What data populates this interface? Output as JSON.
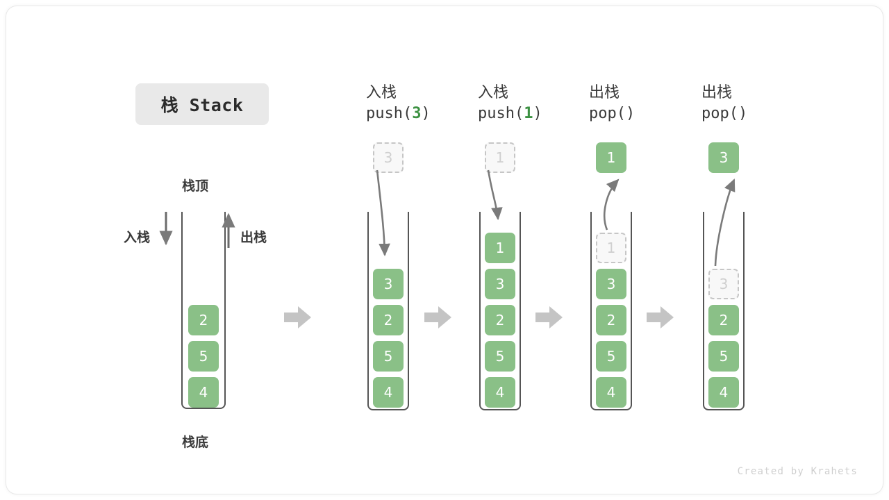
{
  "page": {
    "title_badge": "栈 Stack",
    "footer": "Created by Krahets",
    "accent_green": "#8ac087",
    "accent_green_text": "#3c9142",
    "line_gray": "#7a7a7a",
    "ghost_gray": "#cfcfcf"
  },
  "labels": {
    "top": "栈顶",
    "bottom": "栈底",
    "push": "入栈",
    "pop": "出栈"
  },
  "base_stack": {
    "cells": [
      "2",
      "5",
      "4"
    ]
  },
  "steps": [
    {
      "op_label": "入栈",
      "op_fn": "push",
      "op_arg": "3",
      "op_open": "(",
      "op_close": ")",
      "outside_cell": {
        "value": "3",
        "style": "ghost"
      },
      "arrow_dir": "in",
      "cells": [
        {
          "value": "3",
          "style": "solid"
        },
        {
          "value": "2",
          "style": "solid"
        },
        {
          "value": "5",
          "style": "solid"
        },
        {
          "value": "4",
          "style": "solid"
        }
      ]
    },
    {
      "op_label": "入栈",
      "op_fn": "push",
      "op_arg": "1",
      "op_open": "(",
      "op_close": ")",
      "outside_cell": {
        "value": "1",
        "style": "ghost"
      },
      "arrow_dir": "in",
      "cells": [
        {
          "value": "1",
          "style": "solid"
        },
        {
          "value": "3",
          "style": "solid"
        },
        {
          "value": "2",
          "style": "solid"
        },
        {
          "value": "5",
          "style": "solid"
        },
        {
          "value": "4",
          "style": "solid"
        }
      ]
    },
    {
      "op_label": "出栈",
      "op_fn": "pop",
      "op_arg": "",
      "op_open": "(",
      "op_close": ")",
      "outside_cell": {
        "value": "1",
        "style": "solid"
      },
      "arrow_dir": "out",
      "cells": [
        {
          "value": "1",
          "style": "ghost"
        },
        {
          "value": "3",
          "style": "solid"
        },
        {
          "value": "2",
          "style": "solid"
        },
        {
          "value": "5",
          "style": "solid"
        },
        {
          "value": "4",
          "style": "solid"
        }
      ]
    },
    {
      "op_label": "出栈",
      "op_fn": "pop",
      "op_arg": "",
      "op_open": "(",
      "op_close": ")",
      "outside_cell": {
        "value": "3",
        "style": "solid"
      },
      "arrow_dir": "out",
      "cells": [
        {
          "value": "3",
          "style": "ghost"
        },
        {
          "value": "2",
          "style": "solid"
        },
        {
          "value": "5",
          "style": "solid"
        },
        {
          "value": "4",
          "style": "solid"
        }
      ]
    }
  ],
  "separators": [
    "arrow-right-icon",
    "arrow-right-icon",
    "arrow-right-icon",
    "arrow-right-icon"
  ]
}
